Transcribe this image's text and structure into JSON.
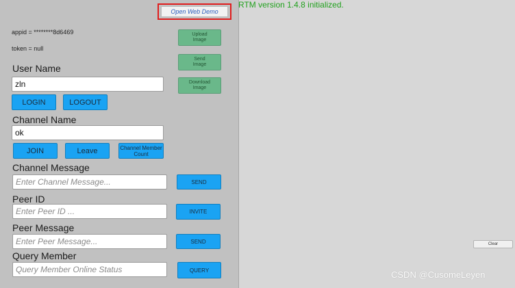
{
  "top": {
    "open_web_demo": "Open Web Demo"
  },
  "info": {
    "appid": "appid = ********8d6469",
    "token": "token = null"
  },
  "image_buttons": {
    "upload": "Upload\nImage",
    "send": "Send\nImage",
    "download": "Download\nImage"
  },
  "user": {
    "label": "User Name",
    "value": "zln",
    "login": "LOGIN",
    "logout": "LOGOUT"
  },
  "channel": {
    "label": "Channel Name",
    "value": "ok",
    "join": "JOIN",
    "leave": "Leave",
    "member_count": "Channel Member Count"
  },
  "channel_message": {
    "label": "Channel Message",
    "placeholder": "Enter Channel Message...",
    "send": "SEND"
  },
  "peer": {
    "label": "Peer ID",
    "placeholder": "Enter Peer ID ...",
    "invite": "INVITE"
  },
  "peer_message": {
    "label": "Peer Message",
    "placeholder": "Enter Peer Message...",
    "send": "SEND"
  },
  "query": {
    "label": "Query Member",
    "placeholder": "Query Member Online Status",
    "button": "QUERY"
  },
  "log": {
    "line1": "RTM version 1.4.8 initialized.",
    "clear": "Clear"
  },
  "watermark": "CSDN @CusomeLeyen",
  "colors": {
    "panel_left": "#c1c1c1",
    "panel_right": "#d7d7d7",
    "blue_button": "#1aa3f3",
    "green_button": "#6ab88a",
    "log_text": "#22a11e",
    "highlight_border": "#e01d1d"
  }
}
